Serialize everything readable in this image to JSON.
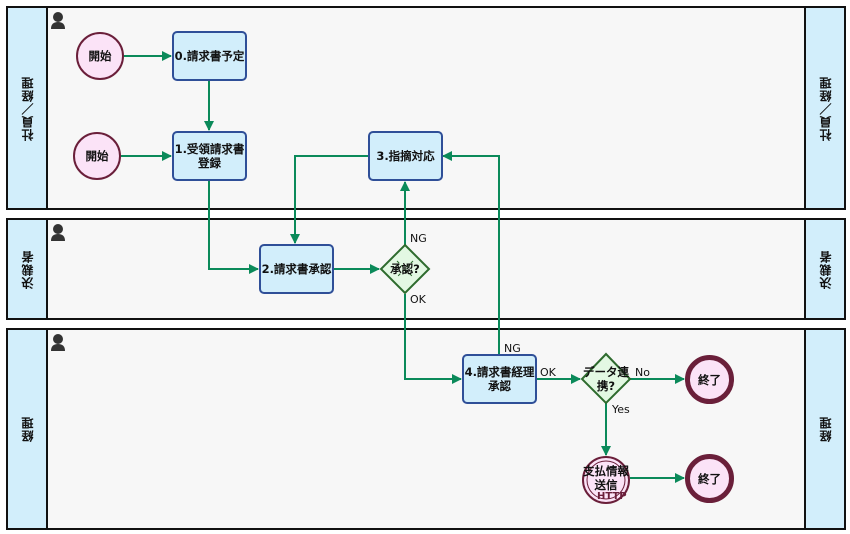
{
  "lanes": [
    {
      "id": "lane1",
      "label": "社員／経理"
    },
    {
      "id": "lane2",
      "label": "決裁者"
    },
    {
      "id": "lane3",
      "label": "経理"
    }
  ],
  "nodes": {
    "start1": "開始",
    "start2": "開始",
    "task0": "0.請求書予定",
    "task1_line1": "1.受領請求書",
    "task1_line2": "登録",
    "task2": "2.請求書承認",
    "task3": "3.指摘対応",
    "gateway1": "承認?",
    "task4_line1": "4.請求書経理",
    "task4_line2": "承認",
    "gateway2_line1": "データ連",
    "gateway2_line2": "携?",
    "send_line1": "支払情報",
    "send_line2": "送信",
    "send_tag": "HTTP",
    "end1": "終了",
    "end2": "終了"
  },
  "edge_labels": {
    "g1_ng": "NG",
    "g1_ok": "OK",
    "t4_ng": "NG",
    "t4_ok": "OK",
    "g2_no": "No",
    "g2_yes": "Yes"
  },
  "colors": {
    "flow": "#0b8a5a",
    "task_fill": "#d2eefb",
    "task_border": "#2f4f98",
    "event_fill": "#fbe3f7",
    "event_border": "#6a1f3a",
    "gateway_fill": "#e3f8e3",
    "gateway_border": "#2e6b2e"
  }
}
